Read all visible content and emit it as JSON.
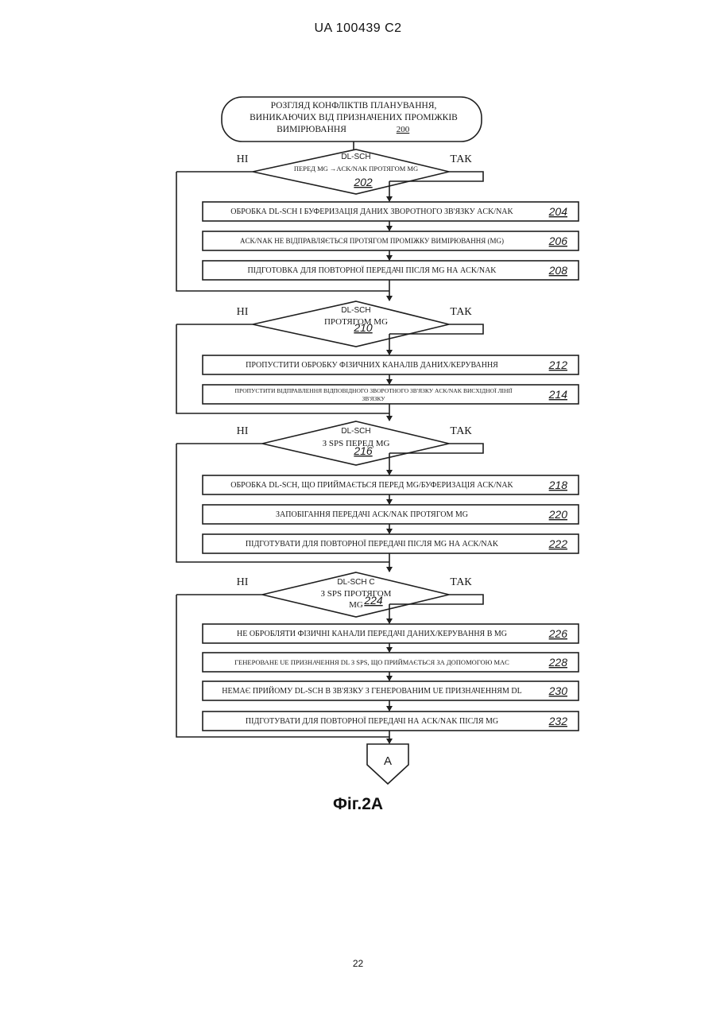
{
  "header": {
    "doc_id": "UA   100439   C2"
  },
  "footer": {
    "page_number": "22"
  },
  "figure": {
    "caption": "Фіг.2А"
  },
  "flowchart": {
    "start": {
      "lines": [
        "РОЗГЛЯД КОНФЛІКТІВ ПЛАНУВАННЯ,",
        "ВИНИКАЮЧИХ ВІД ПРИЗНАЧЕНИХ ПРОМІЖКІВ",
        "ВИМІРЮВАННЯ"
      ],
      "ref": "200"
    },
    "decisions": [
      {
        "ref": "202",
        "title": "DL-SCH",
        "lines": [
          "ПЕРЕД MG →ACK/NAK ПРОТЯГОМ MG"
        ],
        "no": "НІ",
        "yes": "ТАК"
      },
      {
        "ref": "210",
        "title": "DL-SCH",
        "lines": [
          "ПРОТЯГОМ MG"
        ],
        "no": "НІ",
        "yes": "ТАК"
      },
      {
        "ref": "216",
        "title": "DL-SCH",
        "lines": [
          "З SPS ПЕРЕД MG"
        ],
        "no": "НІ",
        "yes": "ТАК"
      },
      {
        "ref": "224",
        "title": "DL-SCH C",
        "lines": [
          "З SPS ПРОТЯГОМ",
          "MG"
        ],
        "no": "НІ",
        "yes": "ТАК"
      }
    ],
    "groups": [
      {
        "steps": [
          {
            "text": "ОБРОБКА DL-SCH І БУФЕРИЗАЦІЯ ДАНИХ ЗВОРОТНОГО ЗВ'ЯЗКУ ACK/NAK",
            "ref": "204"
          },
          {
            "text": "ACK/NAK НЕ ВІДПРАВЛЯЄТЬСЯ ПРОТЯГОМ ПРОМІЖКУ ВИМІРЮВАННЯ (MG)",
            "ref": "206"
          },
          {
            "text": "ПІДГОТОВКА ДЛЯ ПОВТОРНОЇ ПЕРЕДАЧІ ПІСЛЯ MG НА ACK/NAK",
            "ref": "208"
          }
        ]
      },
      {
        "steps": [
          {
            "text": "ПРОПУСТИТИ ОБРОБКУ ФІЗИЧНИХ КАНАЛІВ ДАНИХ/КЕРУВАННЯ",
            "ref": "212"
          },
          {
            "text": "ПРОПУСТИТИ ВІДПРАВЛЕННЯ ВІДПОВІДНОГО ЗВОРОТНОГО ЗВ'ЯЗКУ ACK/NAK ВИСХІДНОЇ ЛІНІЇ ЗВ'ЯЗКУ",
            "ref": "214"
          }
        ]
      },
      {
        "steps": [
          {
            "text": "ОБРОБКА DL-SCH, ЩО ПРИЙМАЄТЬСЯ ПЕРЕД MG/БУФЕРИЗАЦІЯ ACK/NAK",
            "ref": "218"
          },
          {
            "text": "ЗАПОБІГАННЯ ПЕРЕДАЧІ ACK/NAK ПРОТЯГОМ MG",
            "ref": "220"
          },
          {
            "text": "ПІДГОТУВАТИ ДЛЯ ПОВТОРНОЇ ПЕРЕДАЧІ ПІСЛЯ MG НА ACK/NAK",
            "ref": "222"
          }
        ]
      },
      {
        "steps": [
          {
            "text": "НЕ ОБРОБЛЯТИ ФІЗИЧНІ КАНАЛИ ПЕРЕДАЧІ ДАНИХ/КЕРУВАННЯ В MG",
            "ref": "226"
          },
          {
            "text": "ГЕНЕРОВАНЕ UE ПРИЗНАЧЕННЯ DL З SPS, ЩО ПРИЙМАЄТЬСЯ ЗА ДОПОМОГОЮ MAC",
            "ref": "228"
          },
          {
            "text": "НЕМАЄ ПРИЙОМУ DL-SCH В ЗВ'ЯЗКУ З ГЕНЕРОВАНИМ UE ПРИЗНАЧЕННЯМ DL",
            "ref": "230"
          },
          {
            "text": "ПІДГОТУВАТИ ДЛЯ ПОВТОРНОЇ ПЕРЕДАЧІ НА ACK/NAK ПІСЛЯ MG",
            "ref": "232"
          }
        ]
      }
    ],
    "connector": {
      "label": "A"
    }
  }
}
